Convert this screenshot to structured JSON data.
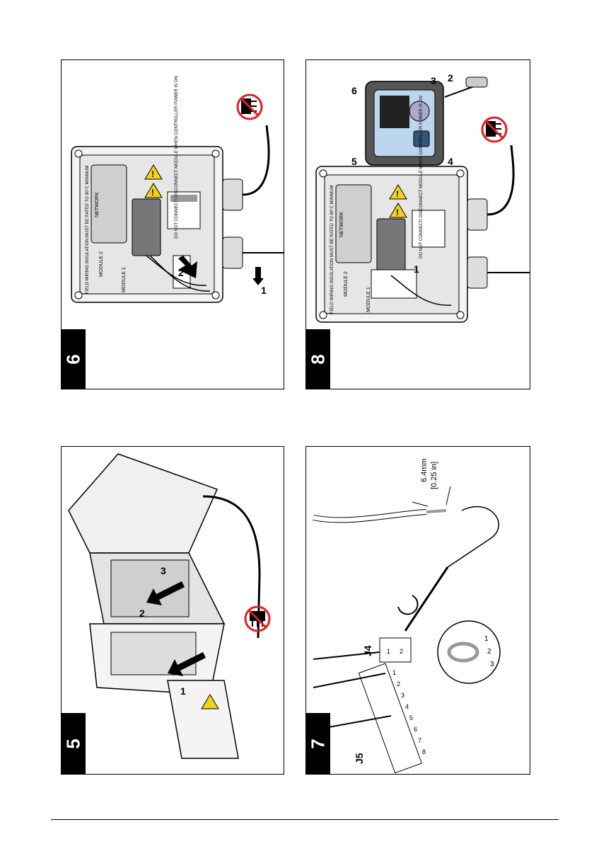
{
  "panels": {
    "p5": {
      "step": "5",
      "callouts": [
        "1",
        "2",
        "3"
      ]
    },
    "p6": {
      "step": "6",
      "callouts": [
        "1",
        "2"
      ],
      "labels": [
        "MODULE 1",
        "MODULE 2",
        "FIELD WIRING INSULATION MUST BE RATED TO 80°C MINIMUM",
        "NETWORK",
        "DO NOT CONNECT/ DISCONNECT MODULE WHEN CONTROLLER POWER IS ON"
      ]
    },
    "p7": {
      "step": "7",
      "connector_j4": "J4",
      "connector_j5": "J5",
      "dimension_mm": "6.4mm",
      "dimension_in": "[0.25 in]",
      "j4_pins": [
        "1",
        "2"
      ],
      "j5_pins": [
        "1",
        "2",
        "3",
        "4",
        "5",
        "6",
        "7",
        "8"
      ],
      "detail_pins": [
        "1",
        "2",
        "3"
      ]
    },
    "p8": {
      "step": "8",
      "callouts": [
        "1",
        "2",
        "3",
        "4",
        "5",
        "6"
      ],
      "labels": [
        "MODULE 1",
        "MODULE 2",
        "FIELD WIRING INSULATION MUST BE RATED TO 80°C MINIMUM",
        "NETWORK",
        "DO NOT CONNECT/ DISCONNECT MODULE WHEN CONTROLLER POWER IS ON"
      ]
    }
  },
  "colors": {
    "ink": "#000000",
    "warning": "#f2d21b",
    "prohibit": "#e02020",
    "enclosure": "#f4f4f4"
  }
}
